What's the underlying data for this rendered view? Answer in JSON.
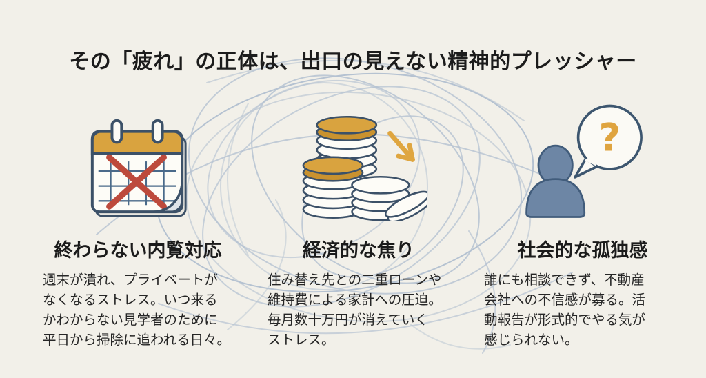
{
  "title": "その「疲れ」の正体は、出口の見えない精神的プレッシャー",
  "columns": [
    {
      "id": "viewing",
      "icon": "crossed-calendar-icon",
      "heading": "終わらない内覧対応",
      "body": "週末が潰れ、プライベートが\nなくなるストレス。いつ来る\nかわからない見学者のために\n平日から掃除に追われる日々。"
    },
    {
      "id": "financial",
      "icon": "coin-stacks-decline-icon",
      "heading": "経済的な焦り",
      "body": "住み替え先との二重ローンや\n維持費による家計への圧迫。\n毎月数十万円が消えていく\nストレス。"
    },
    {
      "id": "isolation",
      "icon": "person-question-bubble-icon",
      "heading": "社会的な孤独感",
      "body": "誰にも相談できず、不動産\n会社への不信感が募る。活\n動報告が形式的でやる気が\n感じられない。"
    }
  ],
  "glyphs": {
    "question_mark": "?"
  },
  "colors": {
    "background": "#f2f0e9",
    "text": "#202020",
    "scribble": "#a6b7cc",
    "accent_gold": "#d9a33f",
    "accent_red": "#bd4a3c",
    "outline_blue": "#3d566f",
    "person_fill": "#6d86a5"
  }
}
